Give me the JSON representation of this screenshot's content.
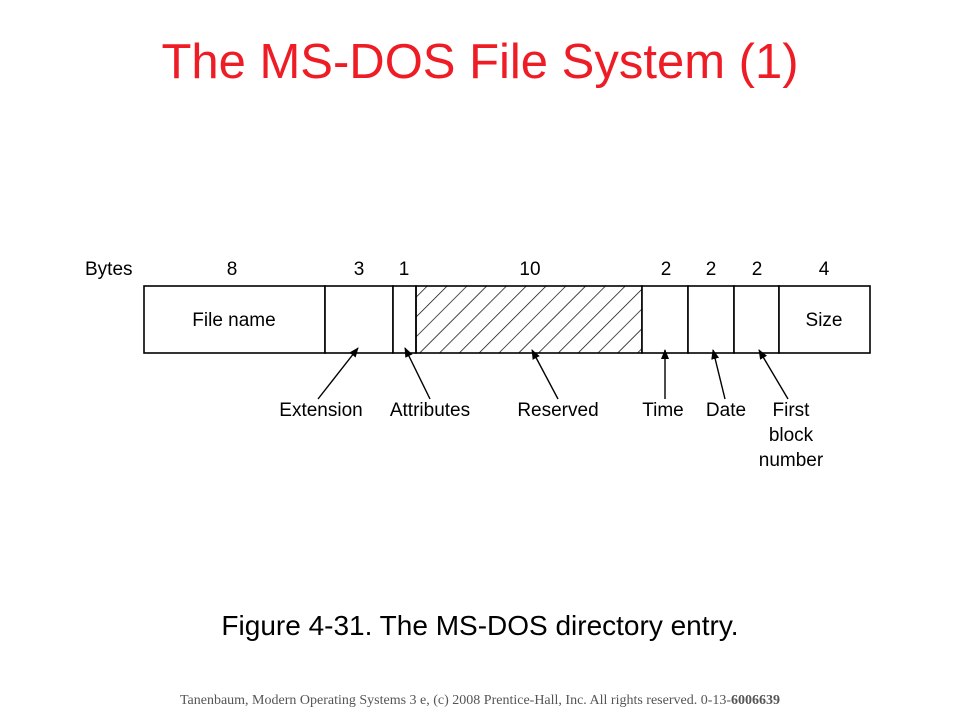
{
  "title": "The MS-DOS File System (1)",
  "diagram": {
    "bytes_label": "Bytes",
    "fields": [
      {
        "bytes": "8",
        "label": "File name"
      },
      {
        "bytes": "3",
        "label": ""
      },
      {
        "bytes": "1",
        "label": ""
      },
      {
        "bytes": "10",
        "label": ""
      },
      {
        "bytes": "2",
        "label": ""
      },
      {
        "bytes": "2",
        "label": ""
      },
      {
        "bytes": "2",
        "label": ""
      },
      {
        "bytes": "4",
        "label": "Size"
      }
    ],
    "callouts": {
      "extension": "Extension",
      "attributes": "Attributes",
      "reserved": "Reserved",
      "time": "Time",
      "date": "Date",
      "first_block": [
        "First",
        "block",
        "number"
      ]
    }
  },
  "caption": "Figure 4-31. The MS-DOS directory entry.",
  "footer": {
    "text": "Tanenbaum, Modern Operating Systems 3 e, (c) 2008 Prentice-Hall, Inc. All rights reserved. 0-13-",
    "isbn_tail": "6006639"
  },
  "colors": {
    "title": "#ee1c24",
    "text": "#000000",
    "footer": "#555555"
  }
}
